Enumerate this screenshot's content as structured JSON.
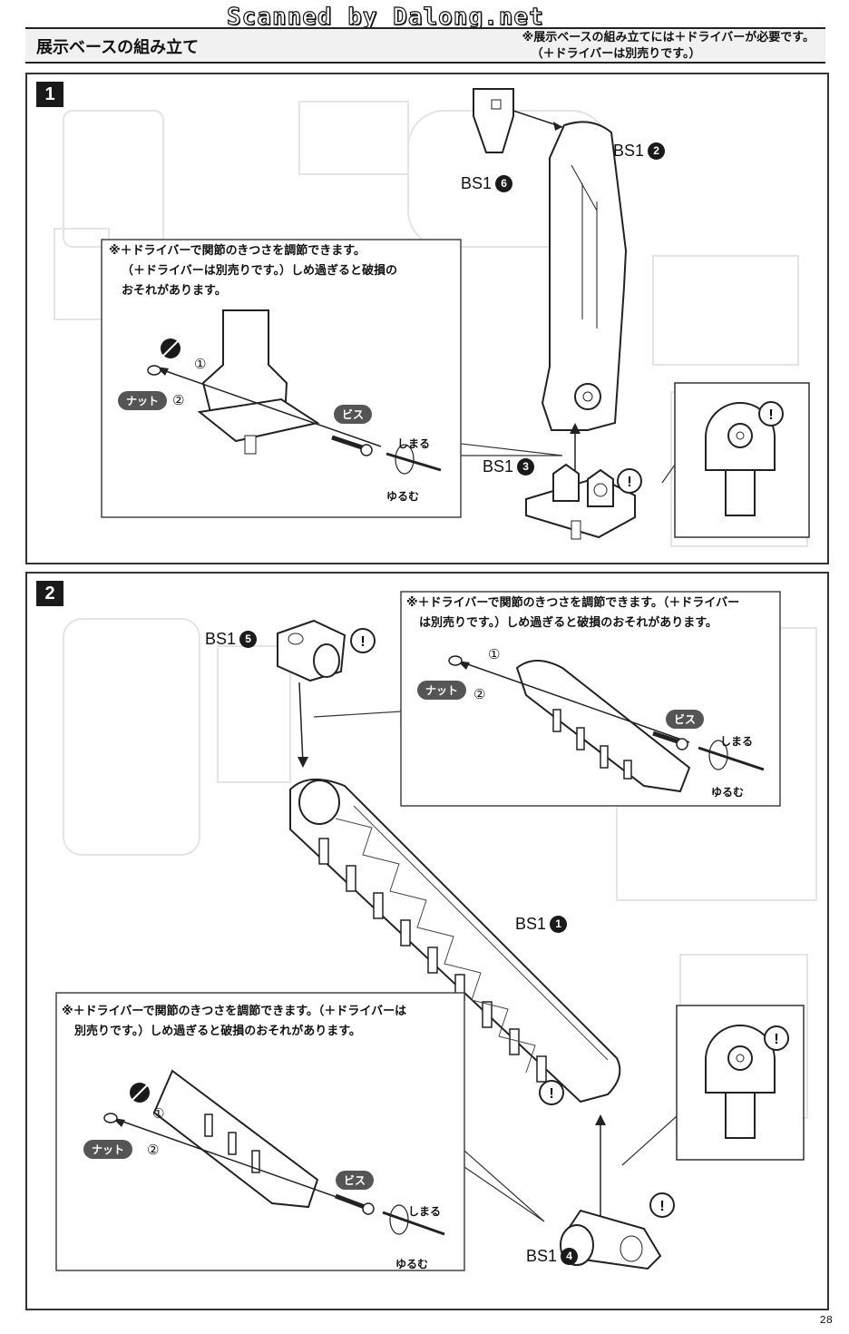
{
  "watermark": "Scanned by Dalong.net",
  "header": {
    "title": "展示ベースの組み立て",
    "note_line1": "※展示ベースの組み立てには＋ドライバーが必要です。",
    "note_line2": "（＋ドライバーは別売りです。）"
  },
  "steps": [
    {
      "number": "1",
      "callout": {
        "line1": "※＋ドライバーで関節のきつさを調節できます。",
        "line2": "（＋ドライバーは別売りです。）しめ過ぎると破損の",
        "line3": "おそれがあります。"
      },
      "labels": {
        "nut": "ナット",
        "screw": "ビス",
        "tighten": "しまる",
        "loosen": "ゆるむ",
        "order1": "①",
        "order2": "②"
      },
      "parts": [
        {
          "code": "BS1",
          "num": "2"
        },
        {
          "code": "BS1",
          "num": "6"
        },
        {
          "code": "BS1",
          "num": "3"
        }
      ]
    },
    {
      "number": "2",
      "callout_top": {
        "line1": "※＋ドライバーで関節のきつさを調節できます。（＋ドライバー",
        "line2": "は別売りです。）しめ過ぎると破損のおそれがあります。"
      },
      "callout_bottom": {
        "line1": "※＋ドライバーで関節のきつさを調節できます。（＋ドライバーは",
        "line2": "別売りです。）しめ過ぎると破損のおそれがあります。"
      },
      "labels": {
        "nut": "ナット",
        "screw": "ビス",
        "tighten": "しまる",
        "loosen": "ゆるむ",
        "order1": "①",
        "order2": "②"
      },
      "parts": [
        {
          "code": "BS1",
          "num": "5"
        },
        {
          "code": "BS1",
          "num": "1"
        },
        {
          "code": "BS1",
          "num": "4"
        }
      ]
    }
  ],
  "page_number": "28"
}
